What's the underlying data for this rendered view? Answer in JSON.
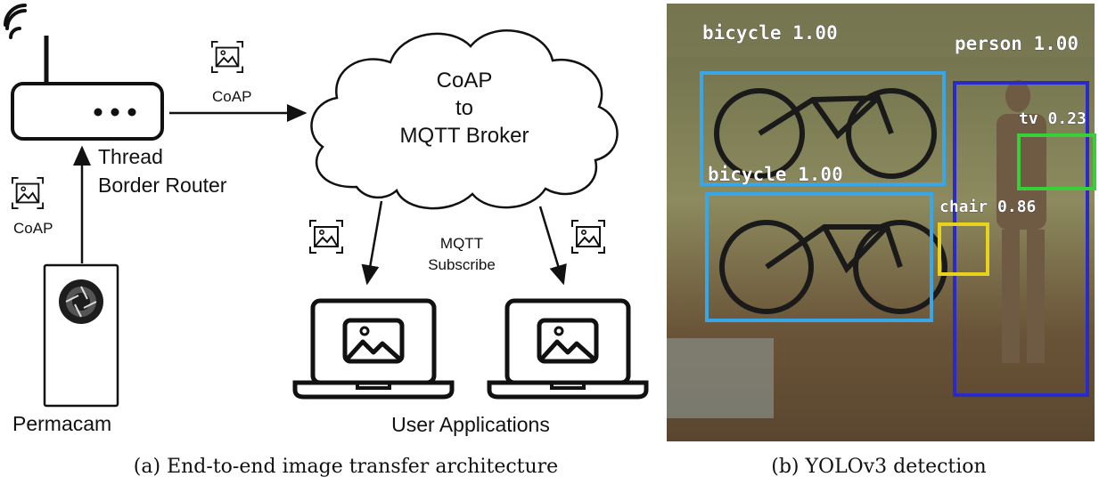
{
  "panel_a": {
    "router_label_line1": "Thread",
    "router_label_line2": "Border Router",
    "camera_label": "Permacam",
    "cloud_line1": "CoAP",
    "cloud_line2": "to",
    "cloud_line3": "MQTT Broker",
    "coap_tag_top": "CoAP",
    "coap_tag_left": "CoAP",
    "mqtt_line1": "MQTT",
    "mqtt_line2": "Subscribe",
    "apps_label": "User Applications",
    "caption": "(a) End-to-end image transfer architecture"
  },
  "panel_b": {
    "detections": [
      {
        "label": "bicycle 1.00",
        "color": "#3aa6e6"
      },
      {
        "label": "person 1.00",
        "color": "#2a2ac9"
      },
      {
        "label": "tv 0.23",
        "color": "#38d038"
      },
      {
        "label": "bicycle 1.00",
        "color": "#3aa6e6"
      },
      {
        "label": "chair 0.86",
        "color": "#e8d21c"
      }
    ],
    "caption": "(b) YOLOv3 detection"
  },
  "icons": [
    "wifi-icon",
    "image-icon",
    "camera-lens-icon",
    "laptop-icon",
    "cloud-icon"
  ]
}
